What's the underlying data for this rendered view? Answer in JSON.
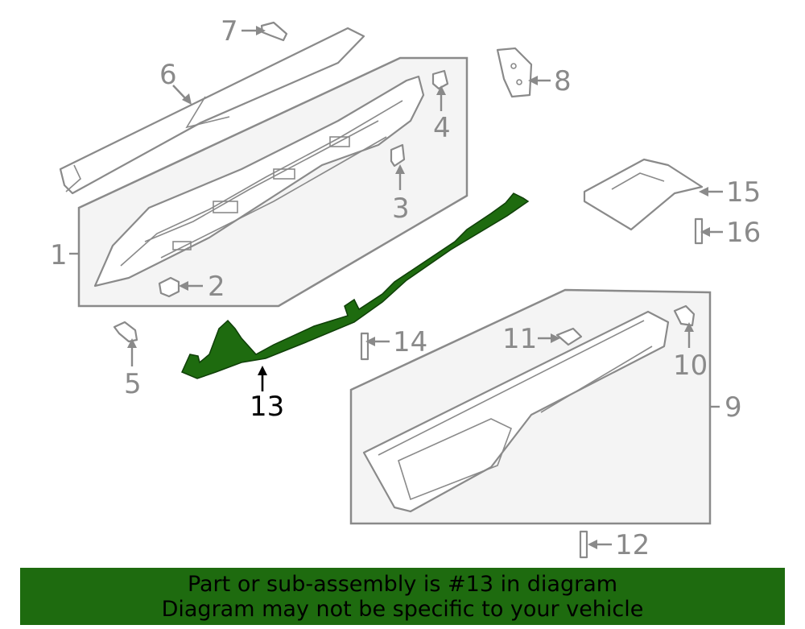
{
  "callouts": {
    "c1": "1",
    "c2": "2",
    "c3": "3",
    "c4": "4",
    "c5": "5",
    "c6": "6",
    "c7": "7",
    "c8": "8",
    "c9": "9",
    "c10": "10",
    "c11": "11",
    "c12": "12",
    "c13": "13",
    "c14": "14",
    "c15": "15",
    "c16": "16"
  },
  "highlight_callout": "13",
  "colors": {
    "highlight_part": "#1e6b0f",
    "banner": "#1e6b0f",
    "line_gray": "#8a8a8a"
  },
  "banner": {
    "line1": "Part or sub-assembly is #13 in diagram",
    "line2": "Diagram may not be specific to your vehicle"
  }
}
